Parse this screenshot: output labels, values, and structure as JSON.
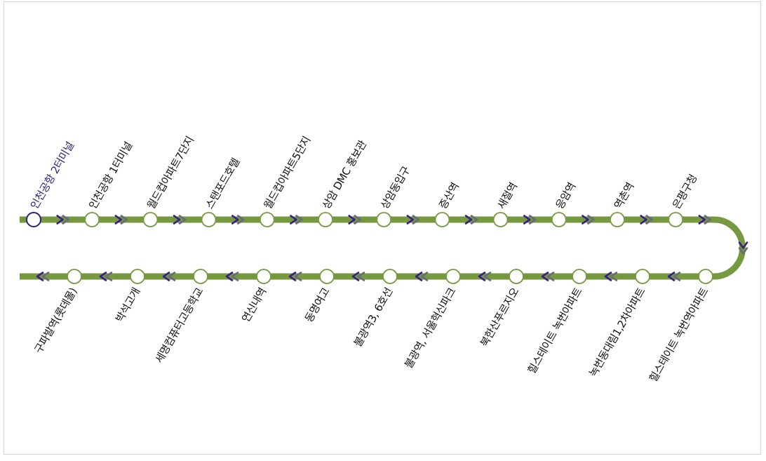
{
  "colors": {
    "line": "#76983f",
    "current_stop": "#2d1f7a",
    "arrow_primary": "#3b1f86",
    "arrow_secondary": "#6a6a7a",
    "label": "#111111",
    "stop_fill": "#ffffff",
    "stop_stroke": "#76983f"
  },
  "icons": {
    "direction_arrow": "double-chevron-right-icon",
    "reverse_arrow": "double-chevron-left-icon",
    "turn_arrow": "double-chevron-down-icon"
  },
  "route": {
    "current_stop_index": 0,
    "top_stops": [
      "인천공항 2터미널",
      "인천공항 1터미널",
      "월드컵아파트7단지",
      "스탠포드호텔",
      "월드컵아파트5단지",
      "상암 DMC 홍보관",
      "상암동입구",
      "증산역",
      "새절역",
      "응암역",
      "역촌역",
      "은평구청"
    ],
    "bottom_stops": [
      "힐스테이트 녹번역아파트",
      "녹번동대림1,2차아파트",
      "힐스테이트 녹번아파트",
      "북한산푸르지오",
      "불광역, 서울혁신파크",
      "불광역3, 6호선",
      "동명여고",
      "연신내역",
      "세명컴퓨터고등학교",
      "박석고개",
      "구파발역(롯데몰)"
    ]
  }
}
